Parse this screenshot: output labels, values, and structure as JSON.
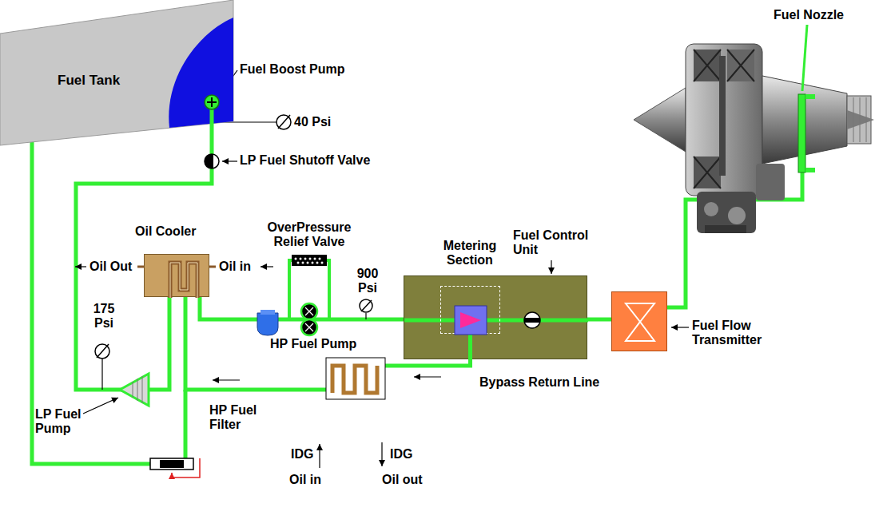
{
  "diagram": {
    "nodes": [
      {
        "text": [
          "Fuel Tank"
        ]
      },
      {
        "text": [
          "Oil Cooler"
        ]
      },
      {
        "text": [
          "Fuel Control Unit"
        ]
      },
      {
        "text": [
          "Metering Section"
        ],
        "in": 2
      },
      {
        "text": [
          "Fuel Flow Transmitter"
        ]
      }
    ],
    "edges": [
      {
        "from": 0,
        "to": 1,
        "arrow": "none"
      },
      {
        "from": 1,
        "to": 2,
        "arrow": "none"
      },
      {
        "from": 2,
        "to": 4,
        "arrow": "none"
      },
      {
        "from": 3,
        "to": 1,
        "arrow": "none"
      }
    ],
    "labels": [
      "Fuel Boost Pump",
      "40 Psi",
      "LP Fuel Shutoff Valve",
      "Fuel Nozzle",
      "OverPressure Relief Valve",
      "900 Psi",
      "Oil Out",
      "Oil in",
      "175 Psi",
      "LP Fuel Pump",
      "HP Fuel Pump",
      "HP Fuel Filter",
      "Bypass Return Line",
      "IDG",
      "Oil in",
      "IDG",
      "Oil out"
    ]
  }
}
